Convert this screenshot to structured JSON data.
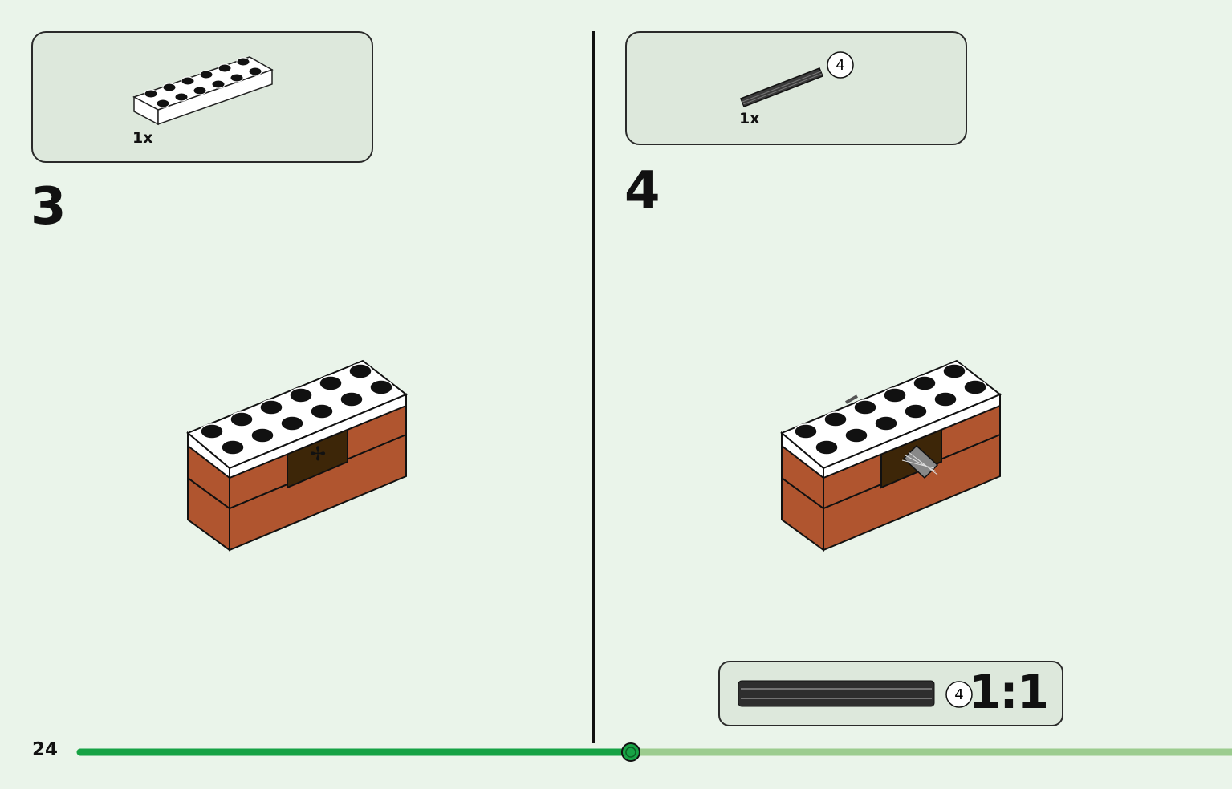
{
  "page": {
    "number": "24"
  },
  "progress": {
    "fraction": 0.478
  },
  "steps": [
    {
      "number": "3",
      "parts": [
        {
          "name": "plate-2x6-white",
          "qty": "1x"
        }
      ]
    },
    {
      "number": "4",
      "parts": [
        {
          "name": "axle-length-4-black",
          "qty": "1x",
          "length": "4"
        }
      ]
    }
  ],
  "ruler": {
    "length": "4",
    "scale": "1:1"
  },
  "colors": {
    "background": "#eaf4ea",
    "callout": "#dde8dc",
    "brick": "#b0552f",
    "plate_white": "#ffffff",
    "axle": "#3a3a3a",
    "progress_done": "#17a245",
    "progress_todo": "#9ccc8f"
  }
}
